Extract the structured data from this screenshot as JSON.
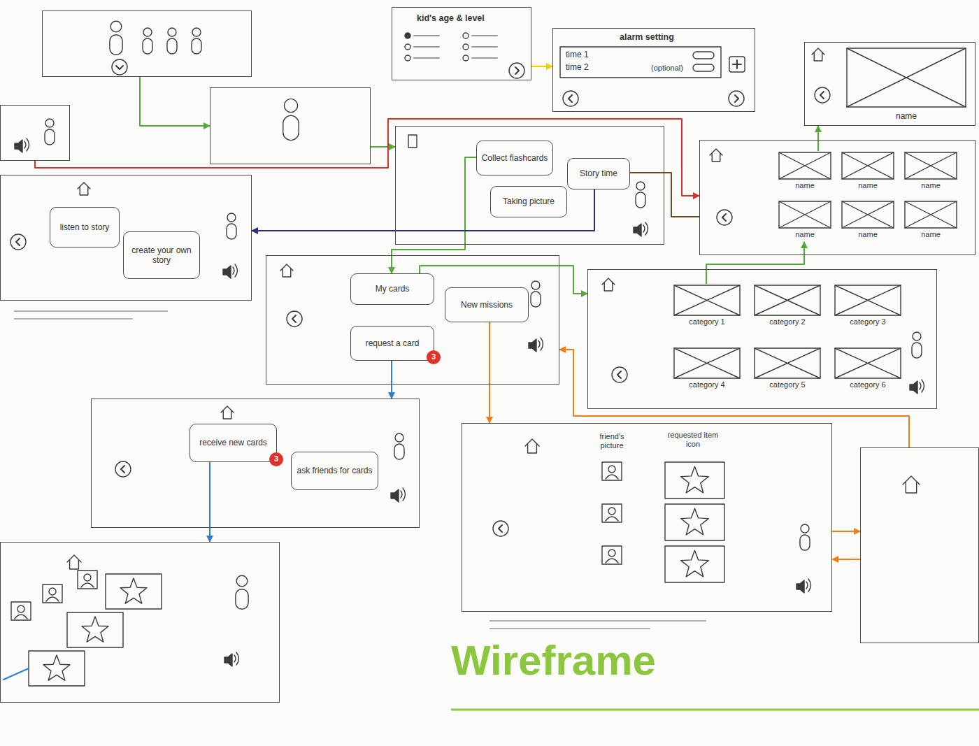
{
  "diagram": {
    "title": "Wireframe",
    "nodes": [
      {
        "text": []
      },
      {
        "text": [
          "kid's age & level"
        ]
      },
      {
        "text": [
          "alarm setting",
          "time 1",
          "time 2",
          "(optional)"
        ]
      },
      {
        "text": []
      },
      {
        "text": []
      },
      {
        "text": []
      },
      {
        "text": [
          "Collect flashcards"
        ],
        "in": 5
      },
      {
        "text": [
          "Story time"
        ],
        "in": 5
      },
      {
        "text": [
          "Taking picture"
        ],
        "in": 5
      },
      {
        "text": [
          "name"
        ]
      },
      {
        "text": []
      },
      {
        "text": [
          "name"
        ],
        "in": 10
      },
      {
        "text": [
          "name"
        ],
        "in": 10
      },
      {
        "text": [
          "name"
        ],
        "in": 10
      },
      {
        "text": [
          "name"
        ],
        "in": 10
      },
      {
        "text": [
          "name"
        ],
        "in": 10
      },
      {
        "text": [
          "name"
        ],
        "in": 10
      },
      {
        "text": []
      },
      {
        "text": [
          "listen to story"
        ],
        "in": 17
      },
      {
        "text": [
          "create your own story"
        ],
        "in": 17
      },
      {
        "text": []
      },
      {
        "text": [
          "My cards"
        ],
        "in": 20
      },
      {
        "text": [
          "New missions"
        ],
        "in": 20
      },
      {
        "text": [
          "request a card"
        ],
        "in": 20
      },
      {
        "text": [
          "3"
        ],
        "in": 23
      },
      {
        "text": []
      },
      {
        "text": [
          "category 1"
        ],
        "in": 25
      },
      {
        "text": [
          "category 2"
        ],
        "in": 25
      },
      {
        "text": [
          "category 3"
        ],
        "in": 25
      },
      {
        "text": [
          "category 4"
        ],
        "in": 25
      },
      {
        "text": [
          "category 5"
        ],
        "in": 25
      },
      {
        "text": [
          "category 6"
        ],
        "in": 25
      },
      {
        "text": []
      },
      {
        "text": [
          "receive new cards"
        ],
        "in": 32
      },
      {
        "text": [
          "3"
        ],
        "in": 33
      },
      {
        "text": [
          "ask friends for cards"
        ],
        "in": 32
      },
      {
        "text": [
          "friend's picture",
          "requested item icon"
        ]
      },
      {
        "text": []
      },
      {
        "text": []
      }
    ],
    "edges": [
      {
        "from": 1,
        "to": 2,
        "arrow": "to"
      },
      {
        "from": 0,
        "to": 3,
        "arrow": "to"
      },
      {
        "from": 3,
        "to": 5,
        "arrow": "to"
      },
      {
        "from": 4,
        "to": 10,
        "arrow": "to"
      },
      {
        "from": 6,
        "to": 21,
        "arrow": "to"
      },
      {
        "from": 21,
        "to": 25,
        "arrow": "to"
      },
      {
        "from": 26,
        "to": 14,
        "arrow": "to"
      },
      {
        "from": 11,
        "to": 9,
        "arrow": "to"
      },
      {
        "from": 7,
        "to": 17,
        "arrow": "to"
      },
      {
        "from": 7,
        "to": 10,
        "arrow": "none"
      },
      {
        "from": 22,
        "to": 36,
        "arrow": "to"
      },
      {
        "from": 36,
        "to": 38,
        "arrow": "to"
      },
      {
        "from": 38,
        "to": 36,
        "arrow": "to"
      },
      {
        "from": 38,
        "to": 20,
        "arrow": "to"
      },
      {
        "from": 23,
        "to": 32,
        "arrow": "to"
      },
      {
        "from": 33,
        "to": 37,
        "arrow": "to"
      }
    ]
  }
}
